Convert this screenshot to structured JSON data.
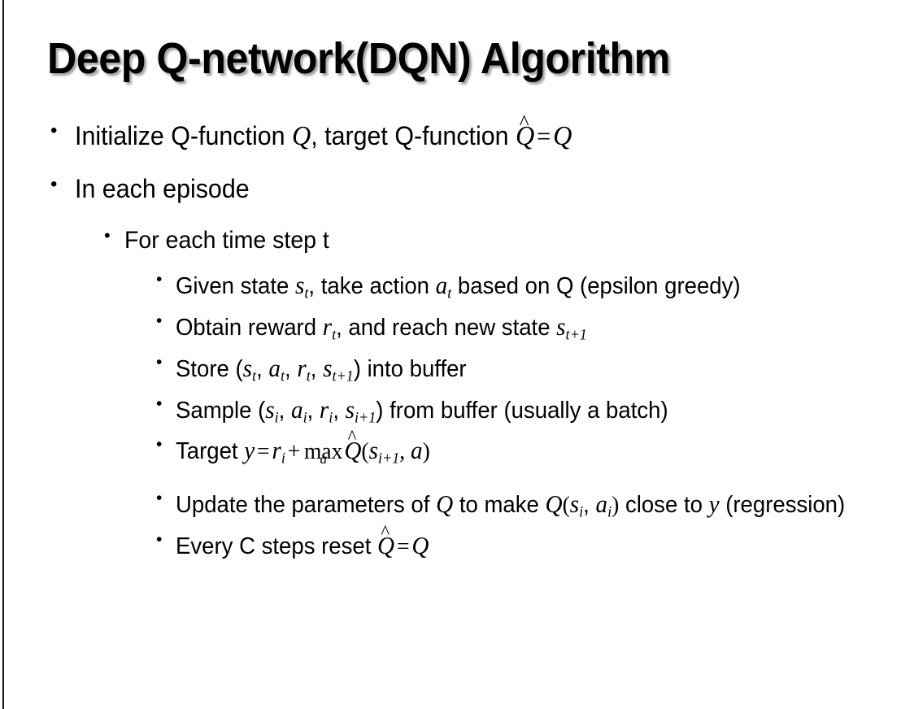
{
  "slide": {
    "title": "Deep Q-network(DQN) Algorithm",
    "background_color": "#ffffff",
    "text_color": "#000000",
    "border_color": "#111111",
    "bullet_glyph": "•"
  },
  "bullets": {
    "b1": {
      "level": 1,
      "pre": "Initialize Q-function ",
      "var_q1": "Q",
      "mid": ", target Q-function ",
      "hat_var": "Q",
      "hat_mark": "^",
      "equals": "=",
      "var_q2": "Q",
      "plain_text": "Initialize Q-function Q, target Q-function Q̂ = Q"
    },
    "b2": {
      "level": 1,
      "text": "In each episode"
    },
    "b3": {
      "level": 2,
      "text": "For each time step t"
    },
    "b4": {
      "level": 3,
      "pre": "Given state ",
      "var_s": "s",
      "sub_s": "t",
      "mid": ", take action ",
      "var_a": "a",
      "sub_a": "t",
      "post": " based on Q (epsilon greedy)",
      "plain_text": "Given state s_t, take action a_t based on Q (epsilon greedy)"
    },
    "b5": {
      "level": 3,
      "pre": "Obtain reward ",
      "var_r": "r",
      "sub_r": "t",
      "mid": ", and reach new state ",
      "var_s": "s",
      "sub_s": "t+1",
      "plain_text": "Obtain reward r_t, and reach new state s_{t+1}"
    },
    "b6": {
      "level": 3,
      "pre": "Store (",
      "v1": "s",
      "s1": "t",
      "v2": "a",
      "s2": "t",
      "v3": "r",
      "s3": "t",
      "v4": "s",
      "s4": "t+1",
      "post": ") into buffer",
      "sep": ", ",
      "plain_text": "Store (s_t, a_t, r_t, s_{t+1}) into buffer"
    },
    "b7": {
      "level": 3,
      "pre": "Sample (",
      "v1": "s",
      "s1": "i",
      "v2": "a",
      "s2": "i",
      "v3": "r",
      "s3": "i",
      "v4": "s",
      "s4": "i+1",
      "post": ") from buffer (usually a batch)",
      "sep": ", ",
      "plain_text": "Sample (s_i, a_i, r_i, s_{i+1}) from buffer (usually a batch)"
    },
    "b8": {
      "level": 3,
      "pre": "Target ",
      "var_y": "y",
      "equals": "=",
      "var_r": "r",
      "sub_r": "i",
      "plus": "+",
      "max_label": "max",
      "max_sub": "a",
      "hat_var": "Q",
      "hat_mark": "^",
      "open": "(",
      "var_s": "s",
      "sub_s": "i+1",
      "comma": ", ",
      "var_a": "a",
      "close": ")",
      "plain_text": "Target y = r_i + max_a Q̂(s_{i+1}, a)"
    },
    "b9": {
      "level": 3,
      "pre": "Update the parameters of ",
      "var_q1": "Q",
      "mid": " to make ",
      "var_q2": "Q",
      "open": "(",
      "v1": "s",
      "s1": "i",
      "sep": ", ",
      "v2": "a",
      "s2": "i",
      "close": ")",
      "post": " close to ",
      "var_y": "y",
      "tail": " (regression)",
      "plain_text": "Update the parameters of Q to make Q(s_i, a_i) close to y (regression)"
    },
    "b10": {
      "level": 3,
      "pre": "Every C steps reset ",
      "hat_var": "Q",
      "hat_mark": "^",
      "equals": "=",
      "var_q": "Q",
      "plain_text": "Every C steps reset Q̂ = Q"
    }
  }
}
